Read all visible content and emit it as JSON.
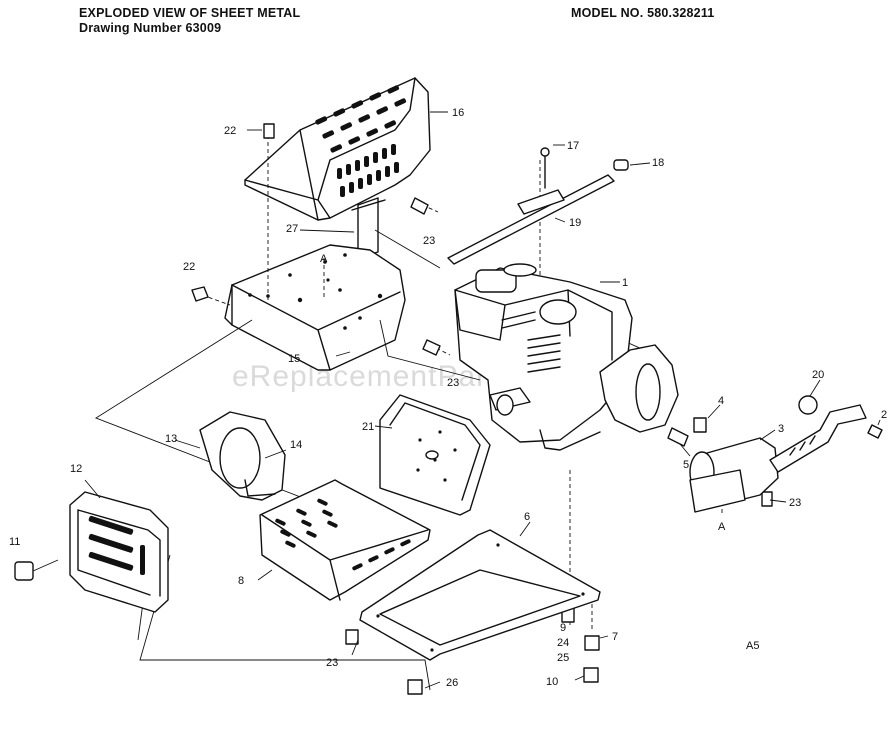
{
  "header": {
    "title": "EXPLODED VIEW OF SHEET METAL",
    "drawing_number": "Drawing Number 63009",
    "model_no": "MODEL NO. 580.328211"
  },
  "watermark": "eReplacementParts.com",
  "callouts": {
    "p1": "1",
    "p2": "2",
    "p3": "3",
    "p4": "4",
    "p5": "5",
    "p6": "6",
    "p7": "7",
    "p8": "8",
    "p9": "9",
    "p10": "10",
    "p11": "11",
    "p12": "12",
    "p13": "13",
    "p14": "14",
    "p15": "15",
    "p16": "16",
    "p17": "17",
    "p18": "18",
    "p19": "19",
    "p20": "20",
    "p21": "21",
    "p22a": "22",
    "p22b": "22",
    "p23a": "23",
    "p23b": "23",
    "p23c": "23",
    "p23d": "23",
    "p24": "24",
    "p25": "25",
    "p26": "26",
    "p27": "27",
    "markA1": "A",
    "markA2": "A",
    "corner": "A5"
  }
}
